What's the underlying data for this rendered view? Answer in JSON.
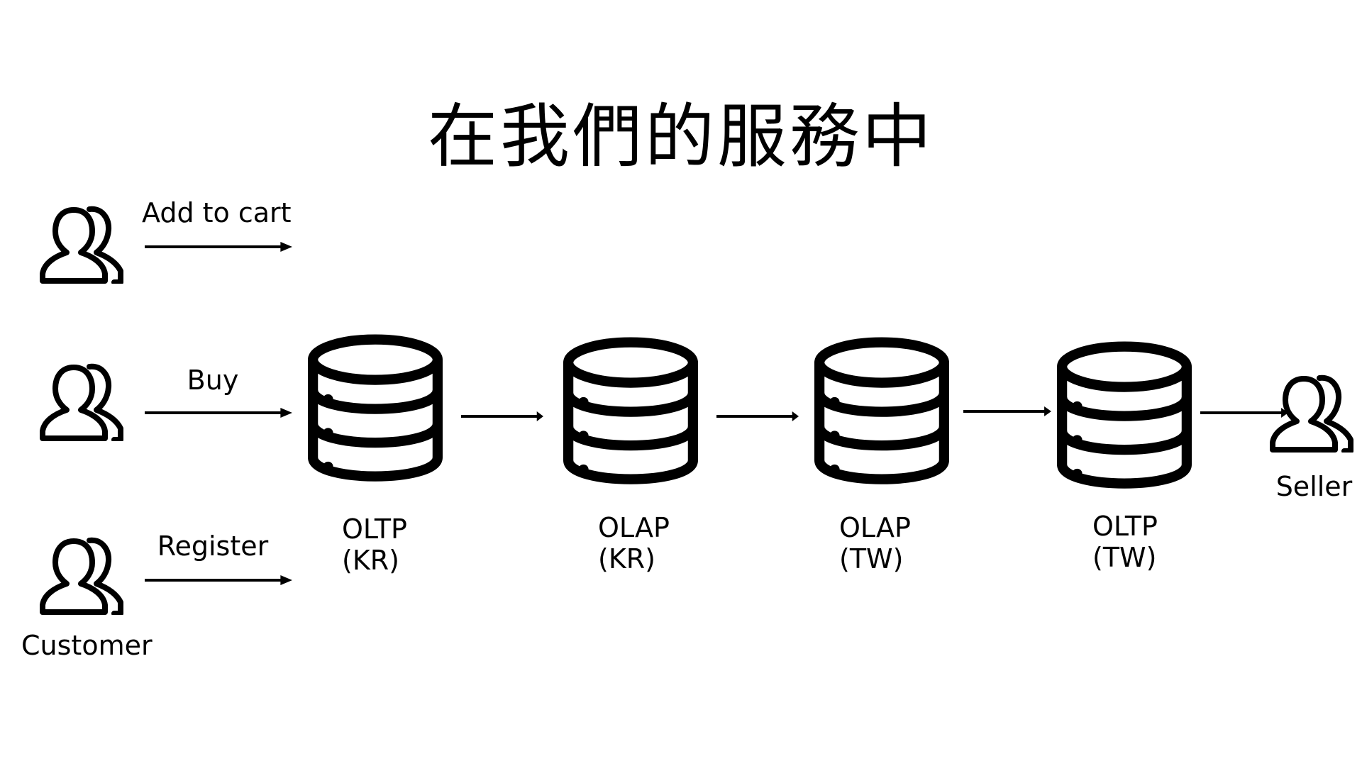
{
  "title": "在我們的服務中",
  "customer": {
    "actions": [
      {
        "label": "Add to cart"
      },
      {
        "label": "Buy"
      },
      {
        "label": "Register"
      }
    ],
    "label": "Customer"
  },
  "databases": [
    {
      "line1": "OLTP",
      "line2": "(KR)"
    },
    {
      "line1": "OLAP",
      "line2": "(KR)"
    },
    {
      "line1": "OLAP",
      "line2": "(TW)"
    },
    {
      "line1": "OLTP",
      "line2": "(TW)"
    }
  ],
  "seller": {
    "label": "Seller"
  },
  "icons": {
    "user": "users-icon",
    "database": "database-icon",
    "arrow": "arrow-right-icon"
  },
  "colors": {
    "stroke": "#000000",
    "background": "#ffffff"
  }
}
